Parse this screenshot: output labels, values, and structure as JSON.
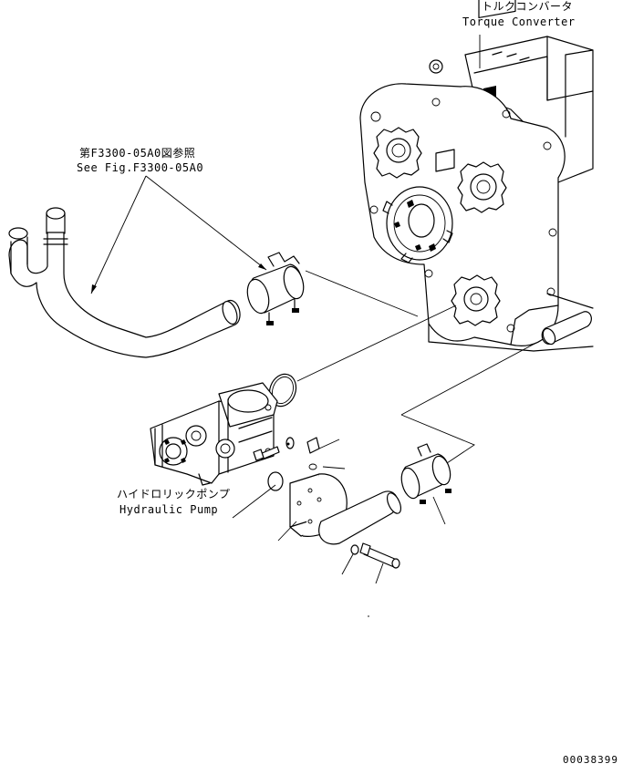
{
  "labels": {
    "torque_converter_jp": "トルクコンバータ",
    "torque_converter_en": "Torque Converter",
    "see_fig_jp": "第F3300-05A0図参照",
    "see_fig_en": "See Fig.F3300-05A0",
    "hydraulic_pump_jp": "ハイドロリックポンプ",
    "hydraulic_pump_en": "Hydraulic Pump",
    "drawing_number": "00038399"
  }
}
